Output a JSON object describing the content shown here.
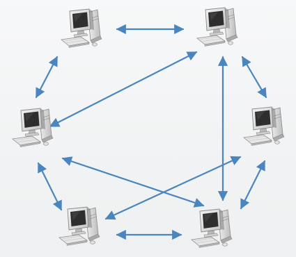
{
  "diagram": {
    "colors": {
      "link": "#4a86bd",
      "monitor_frame": "#dcdcdc",
      "monitor_shadow": "#7a7a7a",
      "screen": "#2e2e2e",
      "tower": "#d2d2d2",
      "keyboard": "#e6e6e6",
      "outline": "#8a8a8a"
    },
    "nodes": [
      {
        "id": "pc-top-left",
        "icon": "desktop-computer-icon"
      },
      {
        "id": "pc-top-right",
        "icon": "desktop-computer-icon"
      },
      {
        "id": "pc-mid-left",
        "icon": "desktop-computer-icon"
      },
      {
        "id": "pc-mid-right",
        "icon": "desktop-computer-icon"
      },
      {
        "id": "pc-bottom-left",
        "icon": "desktop-computer-icon"
      },
      {
        "id": "pc-bottom-right",
        "icon": "desktop-computer-icon"
      }
    ],
    "links": [
      {
        "from": "pc-top-left",
        "to": "pc-top-right",
        "direction": "bidirectional"
      },
      {
        "from": "pc-top-left",
        "to": "pc-mid-left",
        "direction": "bidirectional"
      },
      {
        "from": "pc-top-right",
        "to": "pc-mid-left",
        "direction": "bidirectional"
      },
      {
        "from": "pc-top-right",
        "to": "pc-mid-right",
        "direction": "bidirectional"
      },
      {
        "from": "pc-top-right",
        "to": "pc-bottom-right",
        "direction": "bidirectional"
      },
      {
        "from": "pc-mid-left",
        "to": "pc-bottom-left",
        "direction": "bidirectional"
      },
      {
        "from": "pc-mid-left",
        "to": "pc-bottom-right",
        "direction": "bidirectional"
      },
      {
        "from": "pc-mid-right",
        "to": "pc-bottom-left",
        "direction": "bidirectional"
      },
      {
        "from": "pc-mid-right",
        "to": "pc-bottom-right",
        "direction": "bidirectional"
      },
      {
        "from": "pc-bottom-left",
        "to": "pc-bottom-right",
        "direction": "bidirectional"
      }
    ]
  }
}
